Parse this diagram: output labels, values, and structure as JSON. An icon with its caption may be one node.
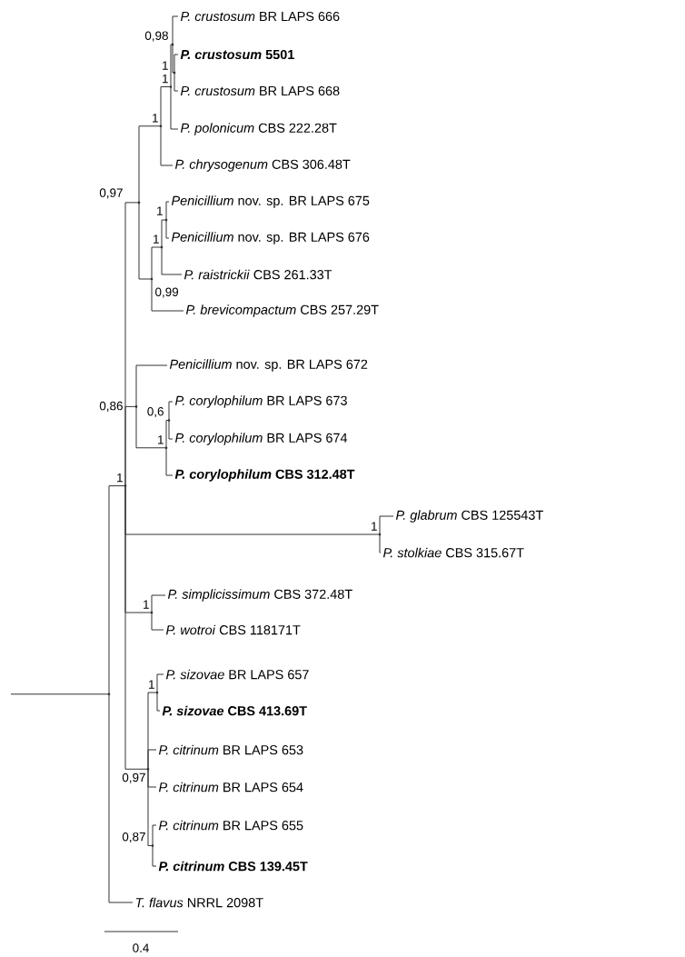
{
  "diagram": {
    "nodes": [
      {
        "text": [],
        "shape": "point"
      },
      {
        "text": [],
        "shape": "point",
        "beside": [
          "1"
        ]
      },
      {
        "text": [],
        "shape": "point",
        "beside": [
          "0,97"
        ]
      },
      {
        "text": [],
        "shape": "point",
        "beside": [
          "1"
        ]
      },
      {
        "text": [],
        "shape": "point",
        "beside": [
          "1"
        ]
      },
      {
        "text": [],
        "shape": "point",
        "beside": [
          "0,98"
        ]
      },
      {
        "text": [
          "*P. crustosum* BR LAPS 666"
        ]
      },
      {
        "text": [],
        "shape": "point",
        "beside": [
          "1"
        ]
      },
      {
        "text": [
          "***P. crustosum* 5501**"
        ]
      },
      {
        "text": [
          "*P. crustosum* BR LAPS 668"
        ]
      },
      {
        "text": [
          "*P. polonicum* CBS 222.28T"
        ]
      },
      {
        "text": [
          "*P. chrysogenum* CBS 306.48T"
        ]
      },
      {
        "text": [],
        "shape": "point",
        "beside": [
          "0,99"
        ]
      },
      {
        "text": [],
        "shape": "point",
        "beside": [
          "1"
        ]
      },
      {
        "text": [],
        "shape": "point",
        "beside": [
          "1"
        ]
      },
      {
        "text": [
          "*Penicillium* nov. sp. BR LAPS 675"
        ]
      },
      {
        "text": [
          "*Penicillium* nov. sp. BR LAPS 676"
        ]
      },
      {
        "text": [
          "*P. raistrickii* CBS 261.33T"
        ]
      },
      {
        "text": [
          "*P. brevicompactum* CBS 257.29T"
        ]
      },
      {
        "text": [],
        "shape": "point",
        "beside": [
          "0,86"
        ]
      },
      {
        "text": [
          "*Penicillium* nov. sp. BR LAPS 672"
        ]
      },
      {
        "text": [],
        "shape": "point",
        "beside": [
          "1"
        ]
      },
      {
        "text": [],
        "shape": "point",
        "beside": [
          "0,6"
        ]
      },
      {
        "text": [
          "*P. corylophilum* BR LAPS 673"
        ]
      },
      {
        "text": [
          "*P. corylophilum* BR LAPS 674"
        ]
      },
      {
        "text": [
          "***P. corylophilum* CBS 312.48T**"
        ]
      },
      {
        "text": [],
        "shape": "point",
        "beside": [
          "1"
        ]
      },
      {
        "text": [
          "*P. glabrum* CBS 125543T"
        ]
      },
      {
        "text": [
          "*P. stolkiae* CBS 315.67T"
        ]
      },
      {
        "text": [],
        "shape": "point",
        "beside": [
          "1"
        ]
      },
      {
        "text": [
          "*P. simplicissimum* CBS 372.48T"
        ]
      },
      {
        "text": [
          "*P. wotroi* CBS 118171T"
        ]
      },
      {
        "text": [],
        "shape": "point",
        "beside": [
          "0,97"
        ]
      },
      {
        "text": [],
        "shape": "point",
        "beside": [
          "1"
        ]
      },
      {
        "text": [
          "*P. sizovae* BR LAPS 657"
        ]
      },
      {
        "text": [
          "***P. sizovae* CBS 413.69T**"
        ]
      },
      {
        "text": [
          "*P. citrinum* BR LAPS 653"
        ]
      },
      {
        "text": [
          "*P. citrinum* BR LAPS 654"
        ]
      },
      {
        "text": [],
        "shape": "point",
        "beside": [
          "0,87"
        ]
      },
      {
        "text": [
          "*P. citrinum* BR LAPS 655"
        ]
      },
      {
        "text": [
          "***P. citrinum* CBS 139.45T**"
        ]
      },
      {
        "text": [
          "*T. flavus* NRRL 2098T"
        ]
      }
    ],
    "edges": [
      {
        "from": null,
        "to": 0,
        "arrow": "none"
      },
      {
        "from": 0,
        "to": 1,
        "arrow": "none"
      },
      {
        "from": 1,
        "to": 2,
        "arrow": "none"
      },
      {
        "from": 2,
        "to": 3,
        "arrow": "none"
      },
      {
        "from": 3,
        "to": 4,
        "arrow": "none"
      },
      {
        "from": 4,
        "to": 5,
        "arrow": "none"
      },
      {
        "from": 5,
        "to": 6,
        "arrow": "none"
      },
      {
        "from": 5,
        "to": 7,
        "arrow": "none"
      },
      {
        "from": 7,
        "to": 8,
        "arrow": "none"
      },
      {
        "from": 7,
        "to": 9,
        "arrow": "none"
      },
      {
        "from": 4,
        "to": 10,
        "arrow": "none"
      },
      {
        "from": 3,
        "to": 11,
        "arrow": "none"
      },
      {
        "from": 2,
        "to": 12,
        "arrow": "none"
      },
      {
        "from": 12,
        "to": 13,
        "arrow": "none"
      },
      {
        "from": 13,
        "to": 14,
        "arrow": "none"
      },
      {
        "from": 14,
        "to": 15,
        "arrow": "none"
      },
      {
        "from": 14,
        "to": 16,
        "arrow": "none"
      },
      {
        "from": 13,
        "to": 17,
        "arrow": "none"
      },
      {
        "from": 12,
        "to": 18,
        "arrow": "none"
      },
      {
        "from": 1,
        "to": 19,
        "arrow": "none"
      },
      {
        "from": 19,
        "to": 20,
        "arrow": "none"
      },
      {
        "from": 19,
        "to": 21,
        "arrow": "none"
      },
      {
        "from": 21,
        "to": 22,
        "arrow": "none"
      },
      {
        "from": 22,
        "to": 23,
        "arrow": "none"
      },
      {
        "from": 22,
        "to": 24,
        "arrow": "none"
      },
      {
        "from": 21,
        "to": 25,
        "arrow": "none"
      },
      {
        "from": 1,
        "to": 26,
        "arrow": "none"
      },
      {
        "from": 26,
        "to": 27,
        "arrow": "none"
      },
      {
        "from": 26,
        "to": 28,
        "arrow": "none"
      },
      {
        "from": 1,
        "to": 29,
        "arrow": "none"
      },
      {
        "from": 29,
        "to": 30,
        "arrow": "none"
      },
      {
        "from": 29,
        "to": 31,
        "arrow": "none"
      },
      {
        "from": 1,
        "to": 32,
        "arrow": "none"
      },
      {
        "from": 32,
        "to": 33,
        "arrow": "none"
      },
      {
        "from": 33,
        "to": 34,
        "arrow": "none"
      },
      {
        "from": 33,
        "to": 35,
        "arrow": "none"
      },
      {
        "from": 32,
        "to": 36,
        "arrow": "none"
      },
      {
        "from": 32,
        "to": 37,
        "arrow": "none"
      },
      {
        "from": 32,
        "to": 38,
        "arrow": "none"
      },
      {
        "from": 38,
        "to": 39,
        "arrow": "none"
      },
      {
        "from": 38,
        "to": 40,
        "arrow": "none"
      },
      {
        "from": 0,
        "to": 41,
        "arrow": "none"
      }
    ],
    "labels": [
      "0.4"
    ]
  }
}
